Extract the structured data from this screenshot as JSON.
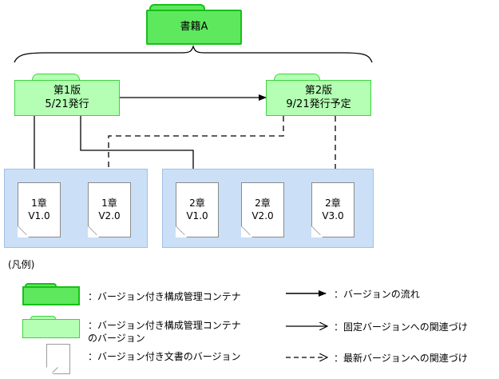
{
  "diagram": {
    "root_container": {
      "label": "書籍A"
    },
    "versions": [
      {
        "id": "v1",
        "label": "第1版\n5/21発行"
      },
      {
        "id": "v2",
        "label": "第2版\n9/21発行予定"
      }
    ],
    "groups": [
      {
        "id": "chapter1",
        "documents": [
          {
            "label": "1章\nV1.0"
          },
          {
            "label": "1章\nV2.0"
          }
        ]
      },
      {
        "id": "chapter2",
        "documents": [
          {
            "label": "2章\nV1.0"
          },
          {
            "label": "2章\nV2.0"
          },
          {
            "label": "2章\nV3.0"
          }
        ]
      }
    ]
  },
  "legend": {
    "title": "(凡例)",
    "shape_items": [
      {
        "icon": "folder-dark-green",
        "text": "：バージョン付き構成管理コンテナ"
      },
      {
        "icon": "folder-light-green",
        "text": "：バージョン付き構成管理コンテナ\nのバージョン"
      },
      {
        "icon": "document-white",
        "text": "：バージョン付き文書のバージョン"
      }
    ],
    "arrow_items": [
      {
        "icon": "arrow-solid-filled",
        "text": "：バージョンの流れ"
      },
      {
        "icon": "arrow-solid-open",
        "text": "：固定バージョンへの関連づけ"
      },
      {
        "icon": "arrow-dashed-open",
        "text": "：最新バージョンへの関連づけ"
      }
    ]
  },
  "colors": {
    "container_fill": "#5ee85e",
    "container_border": "#18c018",
    "version_fill": "#b4ffb4",
    "version_border": "#3fd23f",
    "group_fill": "#cbe0f7",
    "group_border": "#9dc0e8",
    "document_fill": "#ffffff",
    "document_border": "#8b8b8b",
    "line": "#000000"
  }
}
